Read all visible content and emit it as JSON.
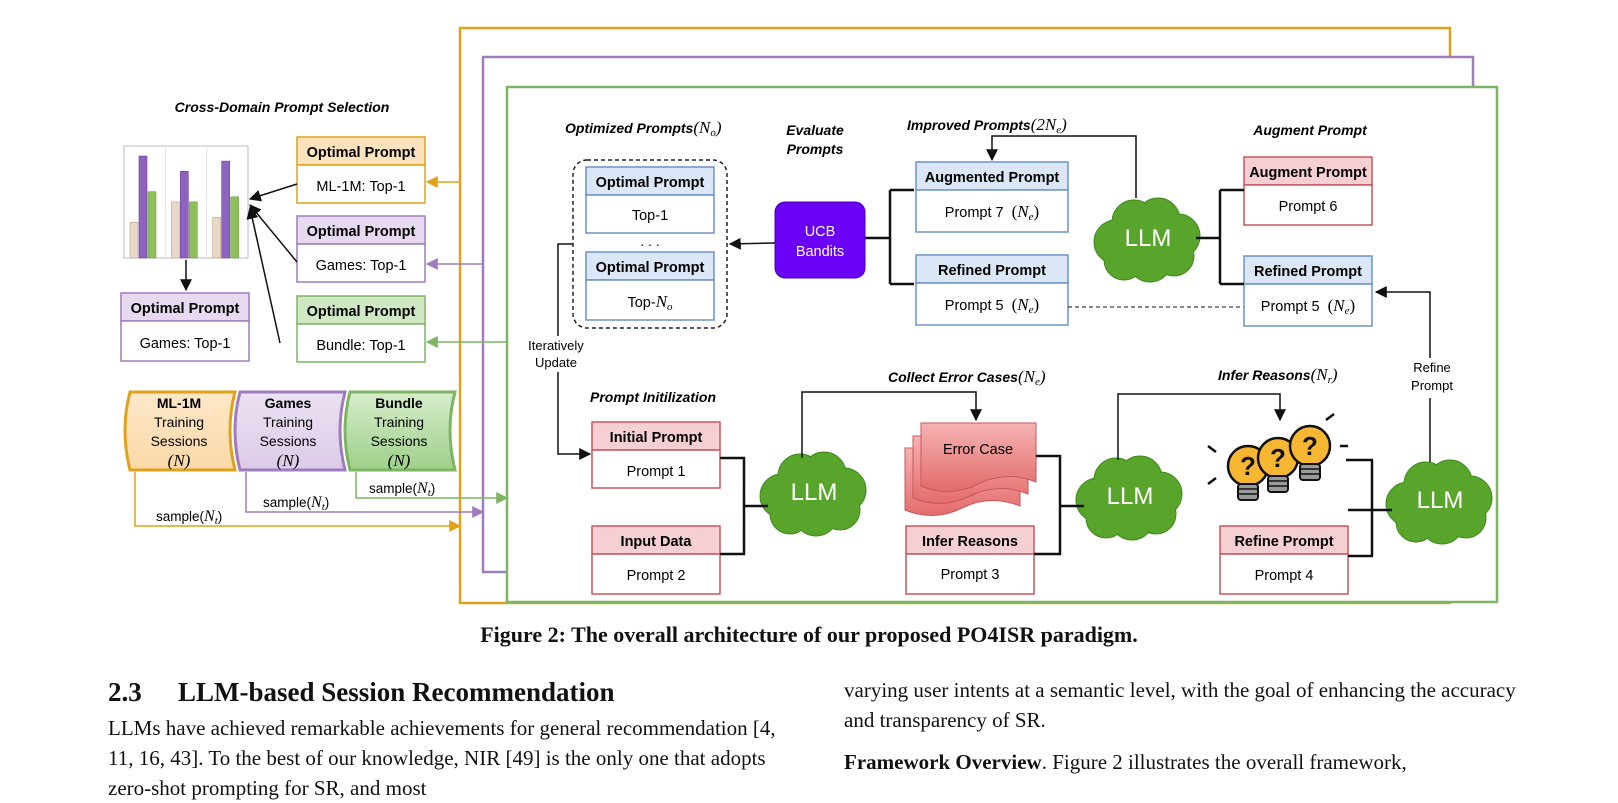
{
  "figure": {
    "cross_domain_title": "Cross-Domain Prompt Selection",
    "optimal_prompt_label": "Optimal Prompt",
    "ml1m_top1": "ML-1M: Top-1",
    "games_top1": "Games: Top-1",
    "bundle_top1": "Bundle: Top-1",
    "selected_games_top1": "Games: Top-1",
    "training_word": "Training",
    "sessions_word": "Sessions",
    "n_symbol": "(N)",
    "ml1m_name": "ML-1M",
    "games_name": "Games",
    "bundle_name": "Bundle",
    "sample_nt": "sample(",
    "nt_symbol": "N",
    "nt_sub": "t",
    "iteratively": "Iteratively",
    "update": "Update",
    "optimized_prompts_title": "Optimized Prompts",
    "no_symbol": "N",
    "no_sub": "o",
    "top1": "Top-1",
    "dots": ". . .",
    "top_no": "Top-",
    "evaluate_prompts_1": "Evaluate",
    "evaluate_prompts_2": "Prompts",
    "ucb_1": "UCB",
    "ucb_2": "Bandits",
    "improved_prompts_title": "Improved Prompts",
    "two_ne": "2N",
    "ne_sub": "e",
    "augmented_prompt": "Augmented Prompt",
    "prompt7": "Prompt 7",
    "refined_prompt": "Refined Prompt",
    "prompt5": "Prompt 5",
    "augment_prompt_title": "Augment Prompt",
    "augment_prompt_box": "Augment Prompt",
    "prompt6": "Prompt 6",
    "llm": "LLM",
    "refine_1": "Refine",
    "refine_2": "Prompt",
    "prompt_init_title": "Prompt Initilization",
    "initial_prompt": "Initial Prompt",
    "prompt1": "Prompt 1",
    "input_data": "Input Data",
    "prompt2": "Prompt 2",
    "collect_error_title": "Collect Error Cases",
    "error_case": "Error Case",
    "infer_reasons_box": "Infer Reasons",
    "prompt3": "Prompt 3",
    "infer_reasons_title": "Infer Reasons",
    "nr_sub": "r",
    "refine_prompt_box": "Refine Prompt",
    "prompt4": "Prompt 4",
    "colors": {
      "orange": "#e0a21a",
      "purple": "#a07cbd",
      "green": "#7db563",
      "blue": "#6d93c7",
      "red": "#c9575f",
      "ucb": "#6a00f4",
      "llm": "#59a52c"
    }
  },
  "chart_data": {
    "type": "bar",
    "categories": [
      "",
      "",
      ""
    ],
    "series": [
      {
        "values": [
          0.35,
          0.55,
          0.4
        ]
      },
      {
        "values": [
          1.0,
          0.85,
          0.95
        ]
      },
      {
        "values": [
          0.65,
          0.55,
          0.6
        ]
      }
    ],
    "ylim": [
      0,
      1
    ],
    "grid": true
  },
  "caption": "Figure 2: The overall architecture of our proposed PO4ISR paradigm.",
  "section": {
    "number": "2.3",
    "title": "LLM-based Session Recommendation"
  },
  "left_text": "LLMs have achieved remarkable achievements for general recommendation [4, 11, 16, 43]. To the best of our knowledge, NIR [49] is the only one that adopts zero-shot prompting for SR, and most",
  "right_text_1": "varying user intents at a semantic level, with the goal of enhancing the accuracy and transparency of SR.",
  "right_bold": "Framework Overview",
  "right_text_2": ". Figure 2 illustrates the overall framework,"
}
